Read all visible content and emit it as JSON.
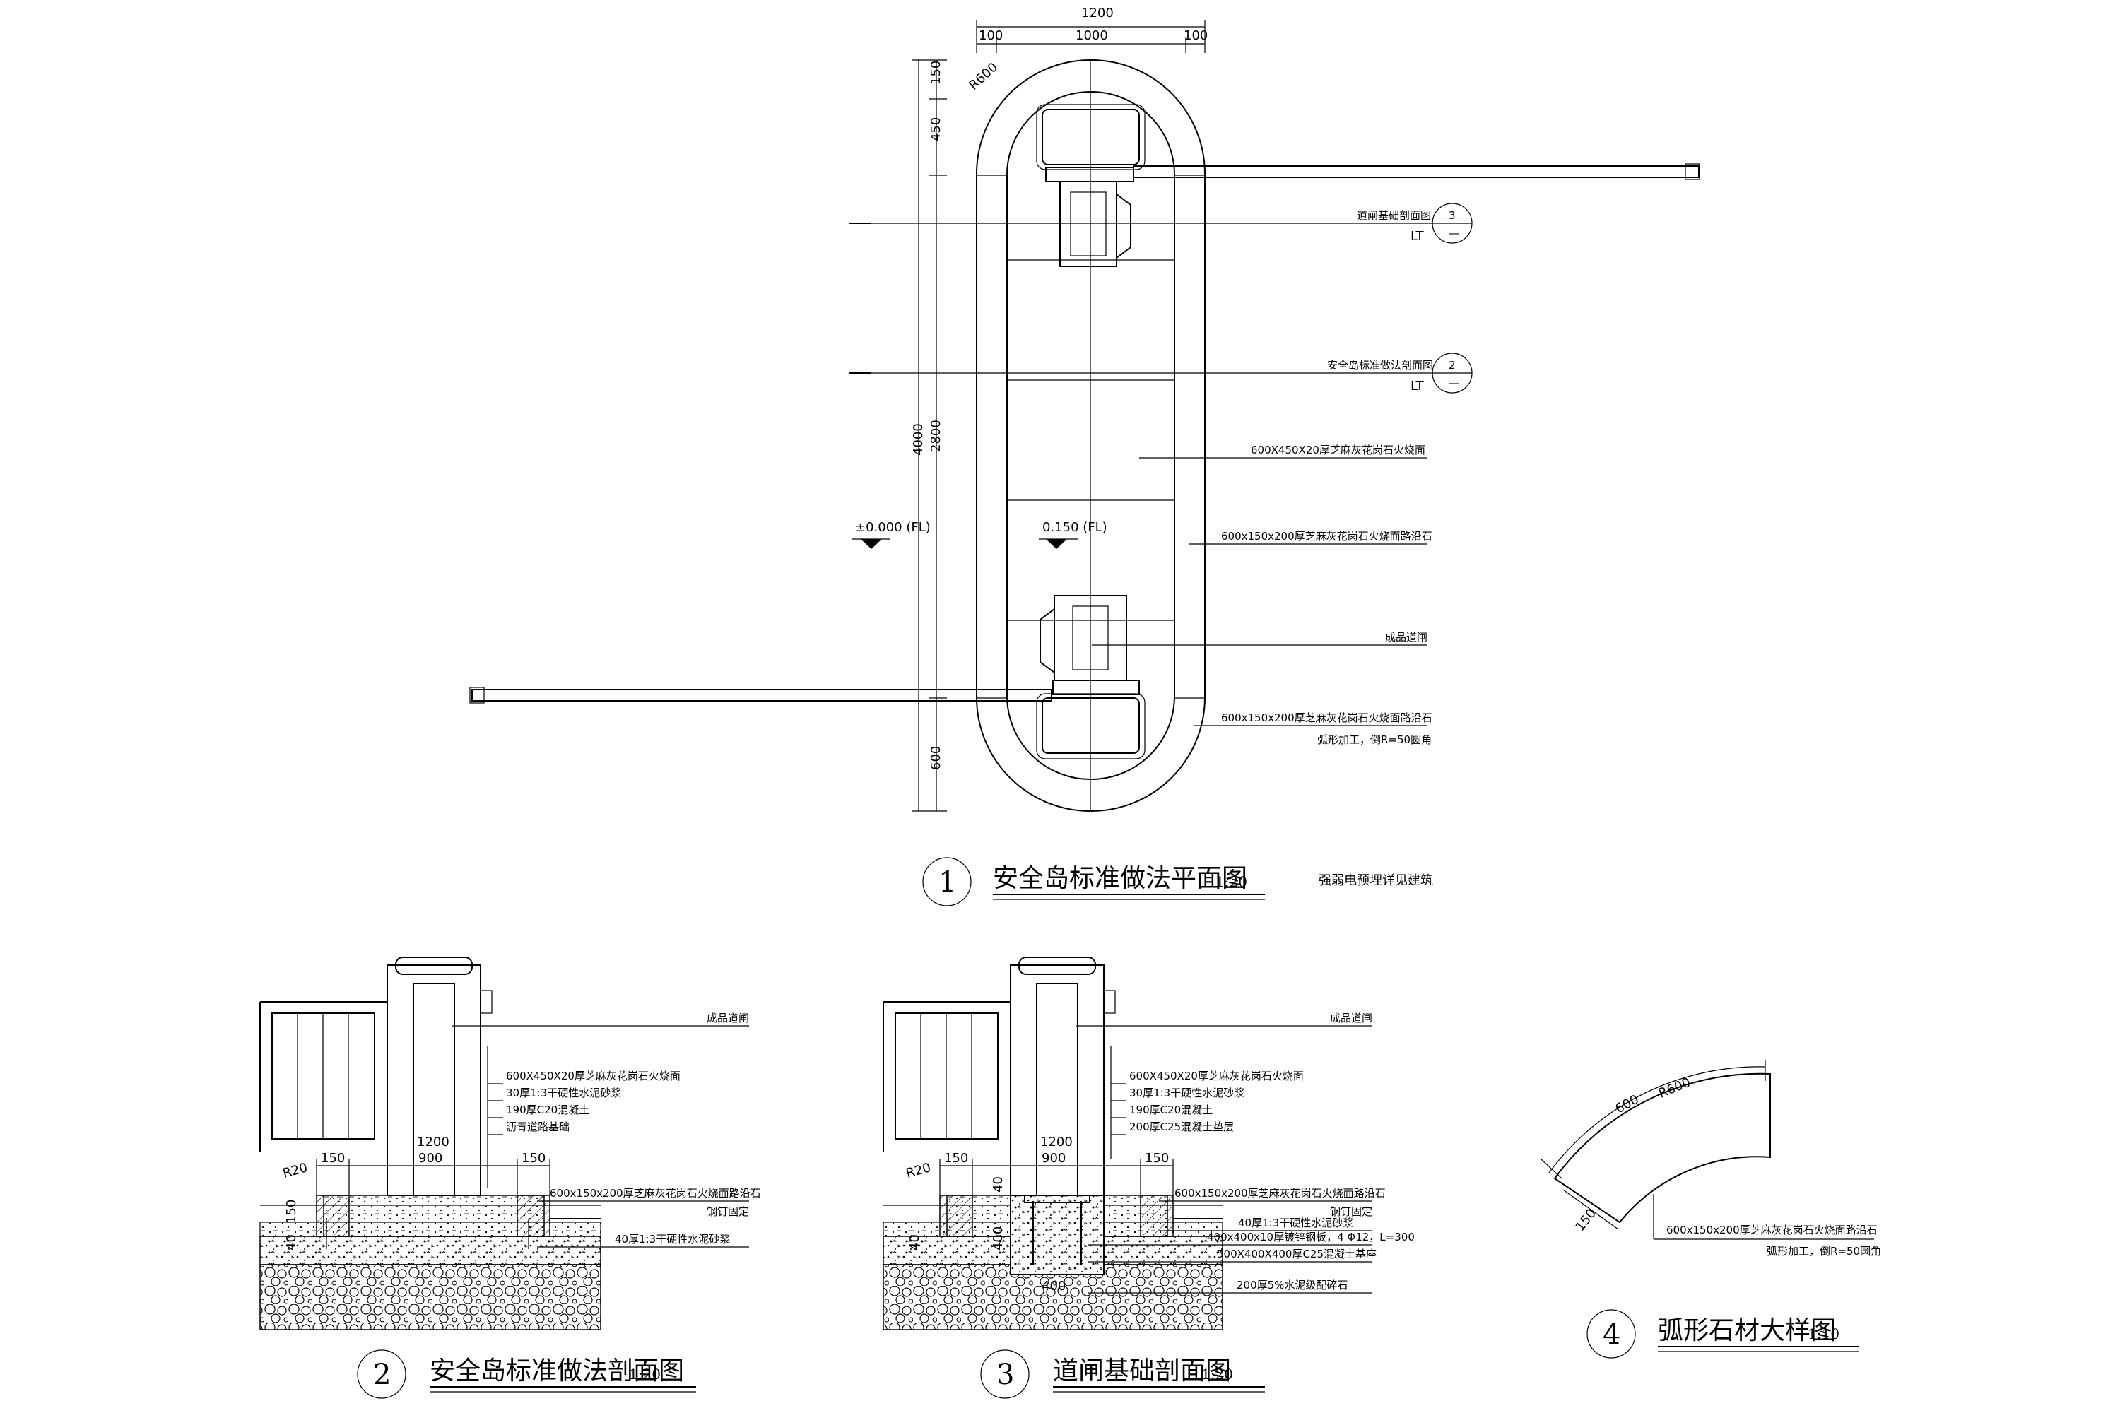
{
  "plan": {
    "dims_top": [
      "1200",
      "100",
      "1000",
      "100"
    ],
    "dims_left": [
      "150",
      "R600",
      "450",
      "4000",
      "2800",
      "600"
    ],
    "labels": [
      "道闸基础剖面图",
      "安全岛标准做法剖面图",
      "600X450X20厚芝麻灰花岗石火烧面",
      "600x150x200厚芝麻灰花岗石火烧面路沿石",
      "成品道闸",
      "600x150x200厚芝麻灰花岗石火烧面路沿石",
      "弧形加工，倒R=50圆角"
    ],
    "callouts": [
      {
        "num": "3",
        "sheet": "LT",
        "sub": "—"
      },
      {
        "num": "2",
        "sheet": "LT",
        "sub": "—"
      }
    ],
    "levels": [
      "±0.000 (FL)",
      "0.150 (FL)"
    ],
    "title": "安全岛标准做法平面图",
    "number": "1",
    "scale": "1:20",
    "note": "强弱电预埋详见建筑"
  },
  "section2": {
    "labels": [
      "成品道闸",
      "600X450X20厚芝麻灰花岗石火烧面",
      "30厚1:3干硬性水泥砂浆",
      "190厚C20混凝土",
      "沥青道路基础",
      "600x150x200厚芝麻灰花岗石火烧面路沿石",
      "钢钉固定",
      "40厚1:3干硬性水泥砂浆"
    ],
    "dims": [
      "1200",
      "R20",
      "150",
      "900",
      "150",
      "150",
      "40"
    ],
    "title": "安全岛标准做法剖面图",
    "number": "2",
    "scale": "1:20"
  },
  "section3": {
    "labels": [
      "成品道闸",
      "600X450X20厚芝麻灰花岗石火烧面",
      "30厚1:3干硬性水泥砂浆",
      "190厚C20混凝土",
      "200厚C25混凝土垫层",
      "600x150x200厚芝麻灰花岗石火烧面路沿石",
      "钢钉固定",
      "40厚1:3干硬性水泥砂浆",
      "400x400x10厚镀锌钢板，4 Φ12，L=300",
      "500X400X400厚C25混凝土基座",
      "200厚5%水泥级配碎石"
    ],
    "dims": [
      "1200",
      "R20",
      "150",
      "900",
      "150",
      "40",
      "400",
      "40",
      "400"
    ],
    "title": "道闸基础剖面图",
    "number": "3",
    "scale": "1:20"
  },
  "detail4": {
    "dims": [
      "600",
      "R600",
      "150"
    ],
    "labels": [
      "600x150x200厚芝麻灰花岗石火烧面路沿石",
      "弧形加工，倒R=50圆角"
    ],
    "title": "弧形石材大样图",
    "number": "4",
    "scale": "1:10"
  }
}
